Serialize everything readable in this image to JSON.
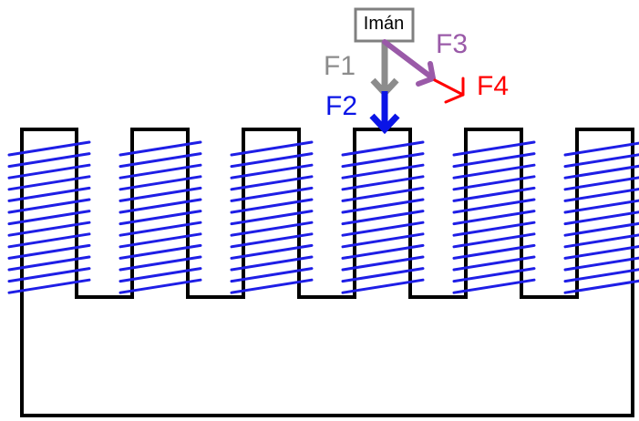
{
  "magnet": {
    "label": "Imán",
    "border_color": "#808080",
    "text_color": "#000000"
  },
  "forces": [
    {
      "label": "F1",
      "color": "#8c8c8c"
    },
    {
      "label": "F2",
      "color": "#0a14e6"
    },
    {
      "label": "F3",
      "color": "#9a5aa8"
    },
    {
      "label": "F4",
      "color": "#ff0000"
    }
  ],
  "core": {
    "tooth_count": 6,
    "color": "#000000"
  },
  "coil": {
    "color": "#1e1ee6",
    "turns_per_tooth": 13
  }
}
